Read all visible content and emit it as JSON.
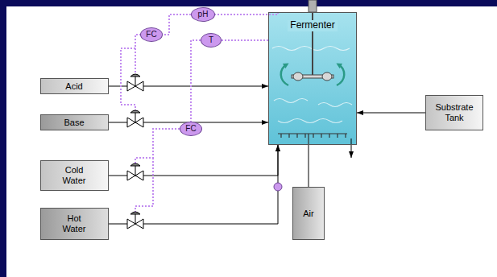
{
  "diagram": {
    "nodes": [
      {
        "text": [
          "pH"
        ]
      },
      {
        "text": [
          "FC"
        ]
      },
      {
        "text": [
          "T"
        ]
      },
      {
        "text": [
          "Fermenter"
        ]
      },
      {
        "text": [
          "Acid"
        ]
      },
      {
        "text": [
          "Substrate Tank"
        ]
      },
      {
        "text": [
          "Base"
        ]
      },
      {
        "text": [
          "FC"
        ]
      },
      {
        "text": [
          "Cold Water"
        ]
      },
      {
        "text": [
          "Hot Water"
        ]
      },
      {
        "text": [
          "Air"
        ]
      }
    ],
    "edges": [
      {
        "from": 4,
        "to": 3,
        "arrow": "to"
      },
      {
        "from": 6,
        "to": 3,
        "arrow": "to"
      },
      {
        "from": 8,
        "to": 3,
        "arrow": "to"
      },
      {
        "from": 9,
        "to": 3,
        "arrow": "to"
      },
      {
        "from": 5,
        "to": 3,
        "arrow": "to"
      },
      {
        "from": 10,
        "to": 3,
        "arrow": "none"
      },
      {
        "from": 3,
        "to": 0,
        "arrow": "none"
      },
      {
        "from": 0,
        "to": 1,
        "arrow": "none"
      },
      {
        "from": 2,
        "to": 3,
        "arrow": "none"
      },
      {
        "from": 2,
        "to": 7,
        "arrow": "none"
      }
    ]
  }
}
